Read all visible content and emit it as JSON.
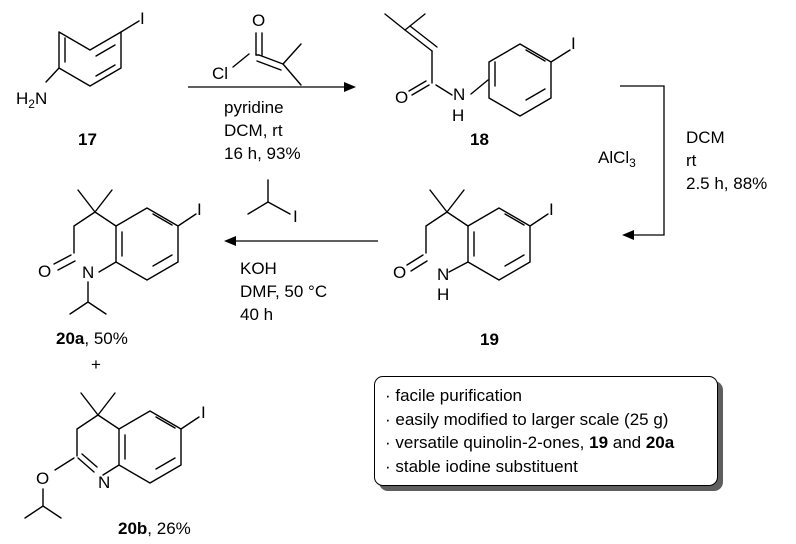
{
  "compounds": {
    "c17": "17",
    "c18": "18",
    "c19": "19",
    "c20a": "20a",
    "c20a_yield": ", 50%",
    "c20b": "20b",
    "c20b_yield": ", 26%",
    "plus": "+"
  },
  "atoms": {
    "iodine": "I",
    "nitrogen": "N",
    "hydrogen": "H",
    "oxygen": "O",
    "chlorine": "Cl",
    "h2": "H",
    "h2_sub": "2"
  },
  "reactions": {
    "step1": {
      "reagent": "pyridine",
      "solvent": "DCM, rt",
      "time_yield": "16 h, 93%"
    },
    "step2": {
      "reagent": "AlCl",
      "reagent_sub": "3",
      "solvent": "DCM",
      "temp": "rt",
      "time_yield": "2.5 h, 88%"
    },
    "step3": {
      "base": "KOH",
      "solvent": "DMF, 50 °C",
      "time": "40 h"
    }
  },
  "features": {
    "items": [
      "· facile purification",
      "· easily modified to larger scale (25 g)",
      "· stable iodine substituent"
    ],
    "item3_prefix": "· versatile quinolin-2-ones, ",
    "item3_b1": "19",
    "item3_and": " and ",
    "item3_b2": "20a"
  }
}
